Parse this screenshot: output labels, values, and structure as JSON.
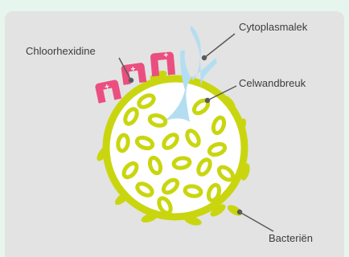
{
  "labels": {
    "chlorhexidine": "Chloorhexidine",
    "leak": "Cytoplasmalek",
    "wall_break": "Celwandbreuk",
    "bacteria": "Bacteriën"
  },
  "charge_symbol": "+",
  "colors": {
    "background": "#e6f5ee",
    "panel": "#e3e3e3",
    "cell_wall": "#c9d60f",
    "cell_fill": "#ffffff",
    "chlorhexidine": "#ea4f80",
    "cytoplasm": "#b3def2",
    "leader": "#5a5a5a",
    "text": "#3c3c3c"
  }
}
